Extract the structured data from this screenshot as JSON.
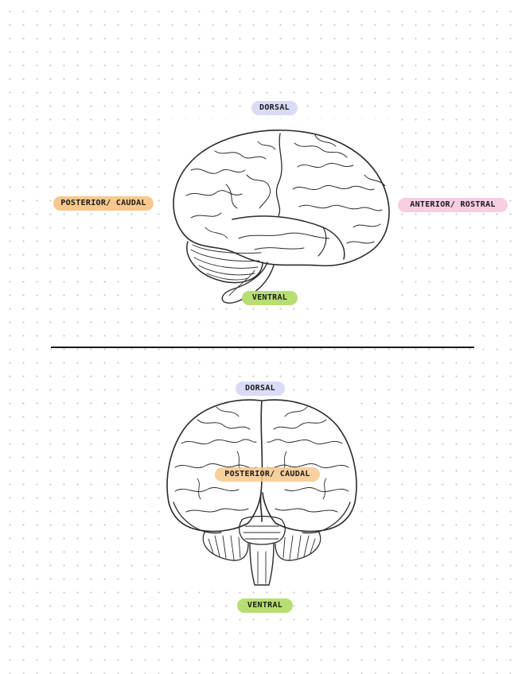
{
  "colors": {
    "dorsal": "#d9dcf7",
    "ventral": "#b7de72",
    "posterior": "#f6c88d",
    "anterior": "#f7cde2",
    "line": "#1a1a1a"
  },
  "side_view": {
    "dorsal_label": "DORSAL",
    "ventral_label": "VENTRAL",
    "posterior_label": "POSTERIOR/ CAUDAL",
    "anterior_label": "ANTERIOR/ ROSTRAL",
    "image_icon": "brain-lateral-view-icon"
  },
  "front_view": {
    "dorsal_label": "DORSAL",
    "ventral_label": "VENTRAL",
    "posterior_label": "POSTERIOR/ CAUDAL",
    "image_icon": "brain-frontal-view-icon"
  }
}
